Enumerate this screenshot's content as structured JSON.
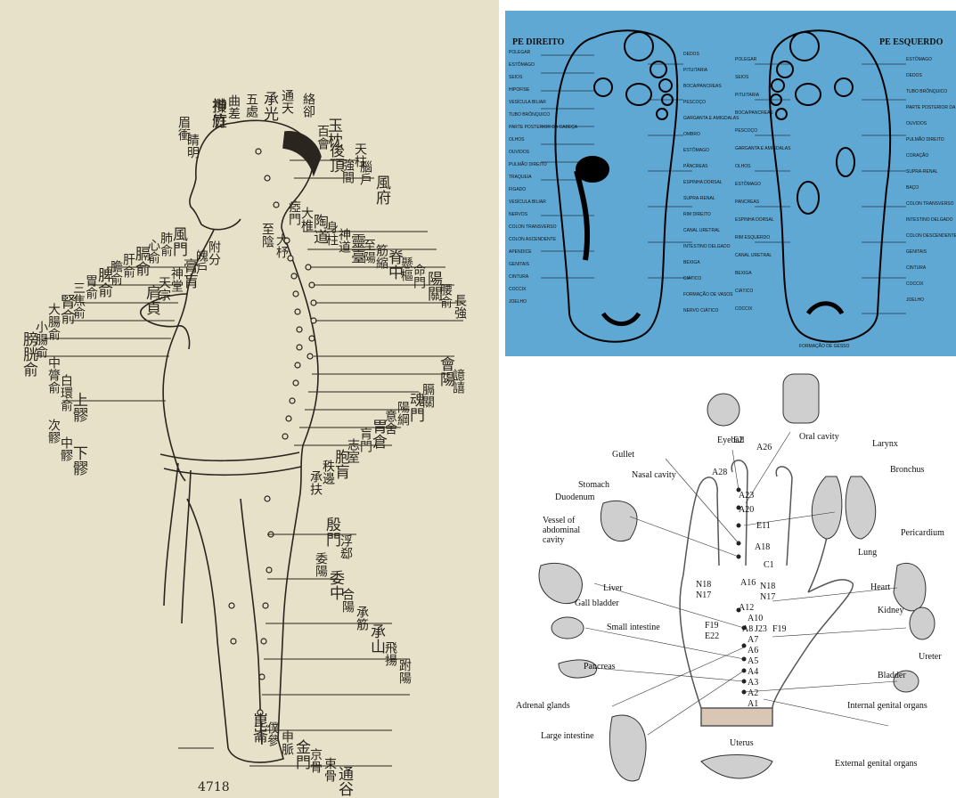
{
  "left_panel": {
    "labels": [
      "神庭",
      "曲差",
      "五處",
      "承光",
      "通天",
      "絡卻",
      "玉枕",
      "天柱",
      "百會",
      "後頂",
      "強間",
      "腦戶",
      "風府",
      "瘂門",
      "大椎",
      "陶道",
      "身柱",
      "神道",
      "靈臺",
      "至陽",
      "筋縮",
      "脊中",
      "懸樞",
      "命門",
      "陽關",
      "腰俞",
      "長強",
      "會陽",
      "譩譆",
      "膈關",
      "魂門",
      "陽綱",
      "意舍",
      "胃倉",
      "肓門",
      "志室",
      "胞肓",
      "秩邊",
      "承扶",
      "殷門",
      "浮郄",
      "委陽",
      "委中",
      "合陽",
      "承筋",
      "承山",
      "飛揚",
      "跗陽",
      "崑崙",
      "僕參",
      "申脈",
      "金門",
      "京骨",
      "束骨",
      "通谷",
      "至陰",
      "大杼",
      "風門",
      "肺俞",
      "心俞",
      "膈俞",
      "肝俞",
      "膽俞",
      "脾俞",
      "胃俞",
      "三焦俞",
      "腎俞",
      "大腸俞",
      "小腸俞",
      "膀胱俞",
      "中膂俞",
      "白環俞",
      "上髎",
      "次髎",
      "中髎",
      "下髎",
      "附分",
      "魄戶",
      "膏肓",
      "神堂",
      "天宗",
      "肩貞",
      "眉衝",
      "睛明",
      "攢竹"
    ],
    "page_number": "4718"
  },
  "top_right_panel": {
    "title_left": "PE DIREITO",
    "title_right": "PE ESQUERDO",
    "left_labels": [
      "POLEGAR",
      "ESTÔMAGO",
      "SEIOS",
      "HIPOFISE",
      "VESÍCULA BILIAR",
      "TUBO BRÔNQUICO",
      "PARTE POSTERIOR DA CABEÇA",
      "OLHOS",
      "OUVIDOS",
      "PULMÃO DIREITO",
      "TRAQUEIA",
      "FIGADO",
      "VESÍCULA BILIAR",
      "NERVOS",
      "COLON TRANSVERSO",
      "COLON ASCENDENTE",
      "APENDICE",
      "GENITAIS",
      "CINTURA",
      "COCCIX",
      "JOELHO"
    ],
    "left_right_labels": [
      "DEDOS",
      "PITUITARIA",
      "BOCA/PANCREAS",
      "PESCOÇO",
      "GARGANTA E AMIGDALAS",
      "OMBRO",
      "ESTÔMAGO",
      "PÂNCREAS",
      "ESPINHA DORSAL",
      "SUPRA-RENAL",
      "RIM DIREITO",
      "CANAL URETRAL",
      "INTESTINO DELGADO",
      "BEXIGA",
      "CIÁTICO",
      "FORMAÇÃO DE VASOS",
      "NERVO CIÁTICO"
    ],
    "right_left_labels": [
      "POLEGAR",
      "SEIOS",
      "PITUITARIA",
      "BOCA/PANCREAS",
      "PESCOÇO",
      "GARGANTA E AMIGDALAS",
      "OLHOS",
      "ESTÔMAGO",
      "PANCREAS",
      "ESPINHA DORSAL",
      "RIM ESQUERDO",
      "CANAL URETRAL",
      "BEXIGA",
      "CIÁTICO",
      "COCCIX"
    ],
    "right_right_labels": [
      "ESTÔMAGO",
      "DEDOS",
      "TUBO BRÔNQUICO",
      "PARTE POSTERIOR DA CABEÇA",
      "OUVIDOS",
      "PULMÃO DIREITO",
      "CORAÇÃO",
      "SUPRA-RENAL",
      "BAÇO",
      "COLON TRANSVERSO",
      "INTESTINO DELGADO",
      "COLON DESCENDENTE",
      "GENITAIS",
      "CINTURA",
      "COCCIX",
      "JOELHO"
    ],
    "bottom_labels": [
      "FORMAÇÃO DE GESSO"
    ]
  },
  "bottom_right_panel": {
    "labels": {
      "eyeball": "Eyeball",
      "oral_cavity": "Oral cavity",
      "larynx": "Larynx",
      "bronchus": "Bronchus",
      "gullet": "Gullet",
      "nasal_cavity": "Nasal cavity",
      "stomach": "Stomach",
      "duodenum": "Duodenum",
      "vessel": "Vessel of",
      "vessel2": "abdominal",
      "vessel3": "cavity",
      "lung": "Lung",
      "pericardium": "Pericardium",
      "liver": "Liver",
      "gall_bladder": "Gall bladder",
      "heart": "Heart",
      "kidney": "Kidney",
      "small_intestine": "Small intestine",
      "pancreas": "Pancreas",
      "ureter": "Ureter",
      "bladder": "Bladder",
      "adrenal": "Adrenal glands",
      "internal_genital": "Internal genital organs",
      "large_intestine": "Large intestine",
      "uterus": "Uterus",
      "external_genital": "External genital organs"
    },
    "codes": [
      "E2",
      "A26",
      "A28",
      "A23",
      "A20",
      "E11",
      "A18",
      "C1",
      "A16",
      "N18",
      "N17",
      "N18",
      "N17",
      "A12",
      "A10",
      "A8",
      "J23",
      "F19",
      "F19",
      "E22",
      "A7",
      "A6",
      "A5",
      "A4",
      "A3",
      "A2",
      "A1"
    ]
  }
}
